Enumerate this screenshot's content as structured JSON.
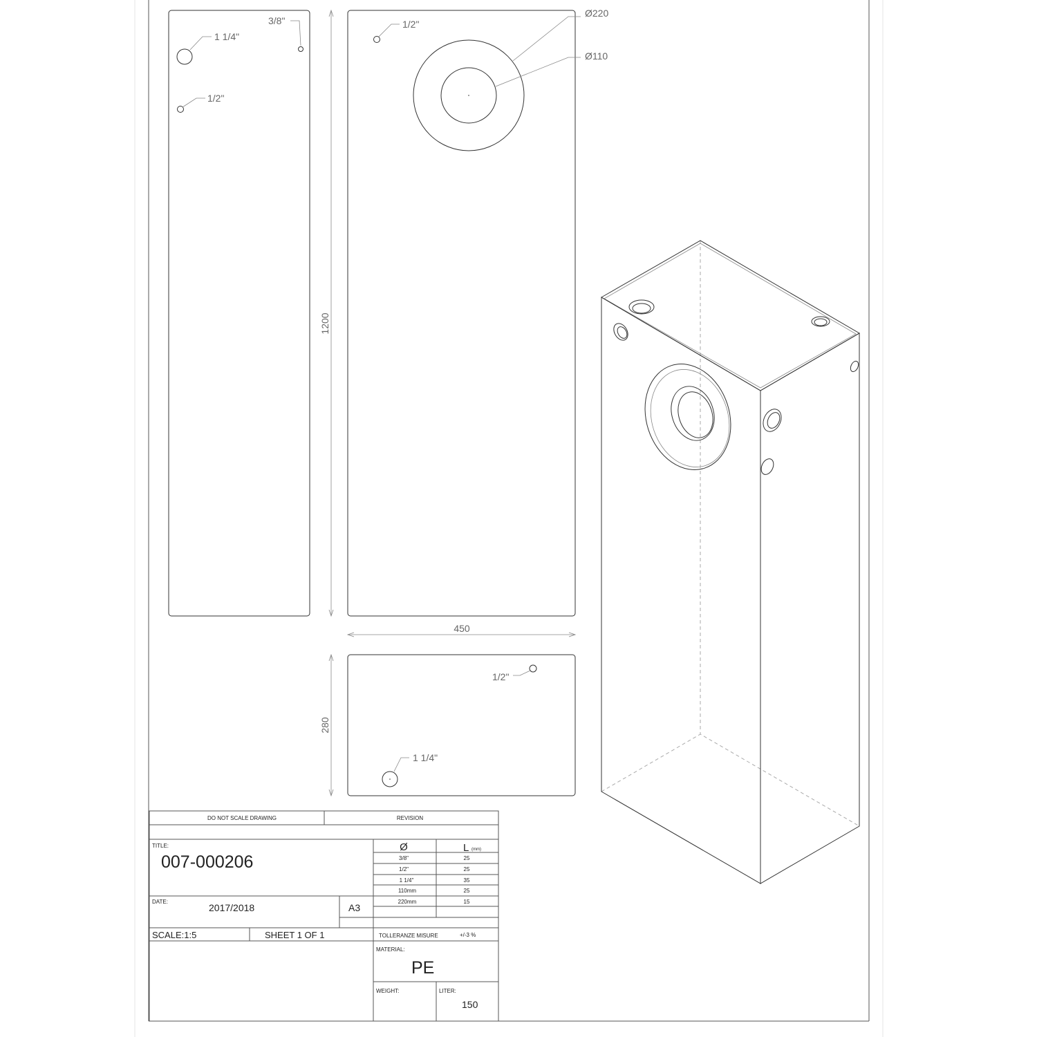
{
  "views": {
    "side_panel": {
      "labels": [
        "3/8\"",
        "1 1/4\"",
        "1/2\""
      ]
    },
    "front_panel": {
      "labels": [
        "1/2\"",
        "Ø220",
        "Ø110"
      ]
    },
    "top_panel": {
      "labels": [
        "1/2\"",
        "1 1/4\""
      ]
    },
    "dimensions": {
      "height": "1200",
      "width": "450",
      "depth": "280"
    }
  },
  "title_block": {
    "do_not_scale": "DO NOT SCALE DRAWING",
    "revision": "REVISION",
    "title_label": "TITLE:",
    "title": "007-000206",
    "date_label": "DATE:",
    "date": "2017/2018",
    "format": "A3",
    "scale": "SCALE:1:5",
    "sheet": "SHEET 1 OF 1",
    "tolerance_label": "TOLLERANZE MISURE",
    "tolerance": "+/-3 %",
    "material_label": "MATERIAL:",
    "material": "PE",
    "weight_label": "WEIGHT:",
    "liter_label": "LITER:",
    "liter": "150",
    "table": {
      "headers": [
        "Ø",
        "L",
        "(mm)"
      ],
      "rows": [
        [
          "3/8\"",
          "25"
        ],
        [
          "1/2\"",
          "25"
        ],
        [
          "1 1/4\"",
          "35"
        ],
        [
          "110mm",
          "25"
        ],
        [
          "220mm",
          "15"
        ]
      ]
    }
  }
}
